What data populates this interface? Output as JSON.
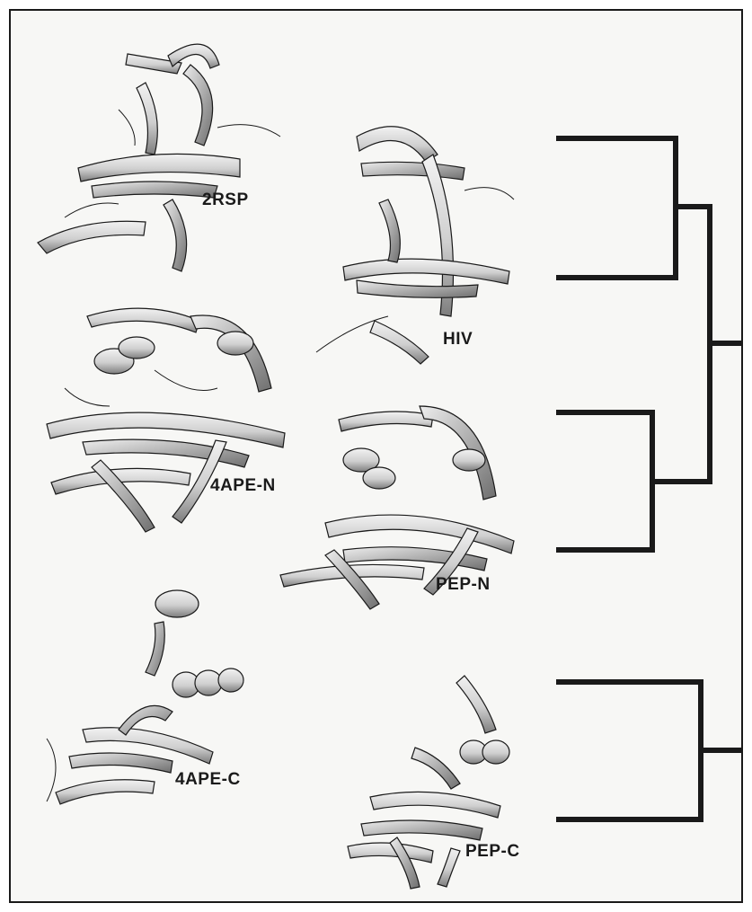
{
  "figure": {
    "labels": {
      "rsp": "2RSP",
      "hiv": "HIV",
      "ape_n": "4APE-N",
      "pep_n": "PEP-N",
      "ape_c": "4APE-C",
      "pep_c": "PEP-C"
    },
    "structures": [
      {
        "name": "2RSP",
        "kind": "ribbon-structure"
      },
      {
        "name": "HIV",
        "kind": "ribbon-structure"
      },
      {
        "name": "4APE-N",
        "kind": "ribbon-structure"
      },
      {
        "name": "PEP-N",
        "kind": "ribbon-structure"
      },
      {
        "name": "4APE-C",
        "kind": "ribbon-structure"
      },
      {
        "name": "PEP-C",
        "kind": "ribbon-structure"
      }
    ],
    "dendrogram": {
      "leaves": [
        "2RSP",
        "HIV",
        "4APE-N",
        "PEP-N",
        "4APE-C",
        "PEP-C"
      ],
      "clusters": [
        [
          "2RSP",
          "HIV"
        ],
        [
          "4APE-N",
          "PEP-N"
        ],
        [
          "2RSP",
          "HIV",
          "4APE-N",
          "PEP-N"
        ],
        [
          "4APE-C",
          "PEP-C"
        ],
        [
          "2RSP",
          "HIV",
          "4APE-N",
          "PEP-N",
          "4APE-C",
          "PEP-C"
        ]
      ]
    },
    "colors": {
      "ink": "#1a1a1a",
      "ribbon_fill": "#d9d9d9",
      "ribbon_shade": "#8a8a8a",
      "paper": "#f6f6f4"
    }
  }
}
